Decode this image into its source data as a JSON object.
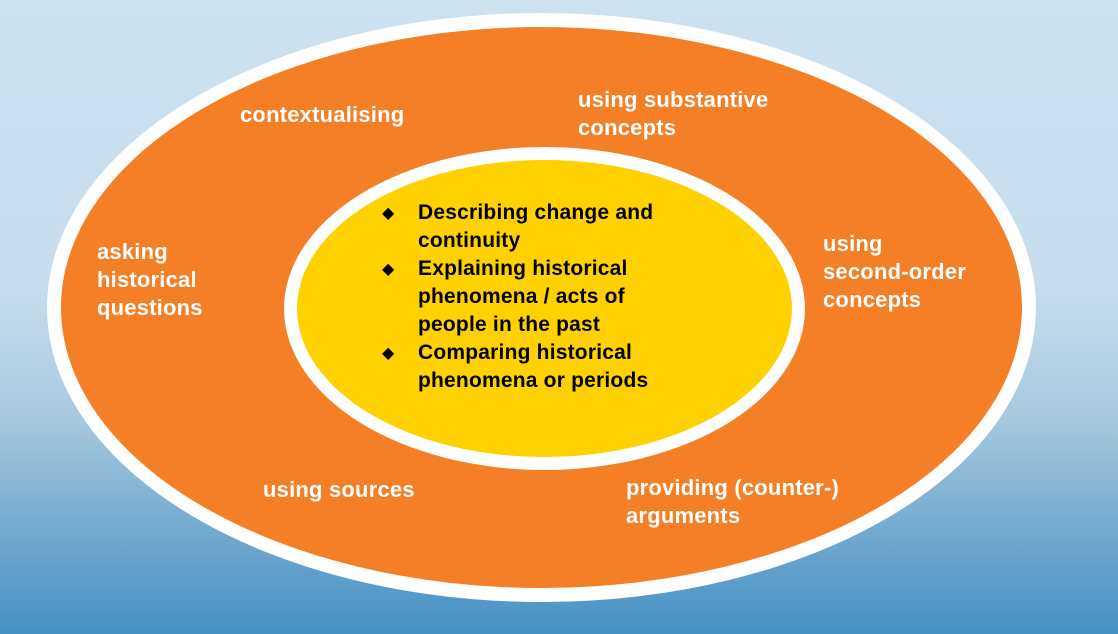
{
  "diagram": {
    "background": {
      "gradient_top": "#cde1ef",
      "gradient_bottom": "#4590c4"
    },
    "outer_ellipse": {
      "fill": "#f47f26",
      "border_color": "#ffffff",
      "labels": [
        {
          "name": "contextualising",
          "text": "contextualising"
        },
        {
          "name": "using-substantive-concepts",
          "text": "using substantive\nconcepts"
        },
        {
          "name": "asking-historical-questions",
          "text": "asking\nhistorical\nquestions"
        },
        {
          "name": "using-second-order-concepts",
          "text": "using\nsecond-order\nconcepts"
        },
        {
          "name": "using-sources",
          "text": "using sources"
        },
        {
          "name": "providing-counter-arguments",
          "text": "providing (counter-)\narguments"
        }
      ]
    },
    "inner_ellipse": {
      "fill": "#ffd100",
      "border_color": "#ffffff",
      "bullet_icon": "◆",
      "items": [
        {
          "text": "Describing change and\ncontinuity"
        },
        {
          "text": "Explaining historical\nphenomena / acts of\npeople in the past"
        },
        {
          "text": "Comparing historical\nphenomena or periods"
        }
      ]
    }
  }
}
